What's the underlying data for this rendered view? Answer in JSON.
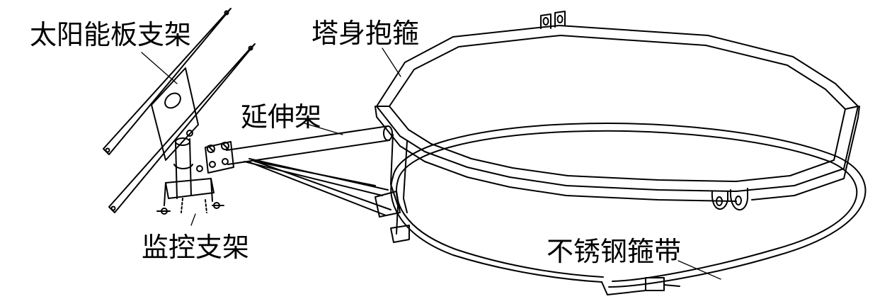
{
  "labels": {
    "solar_bracket": "太阳能板支架",
    "tower_hoop": "塔身抱箍",
    "extension_arm": "延伸架",
    "camera_bracket": "监控支架",
    "stainless_strap": "不锈钢箍带"
  },
  "colors": {
    "ink": "#000000",
    "background": "#ffffff"
  }
}
